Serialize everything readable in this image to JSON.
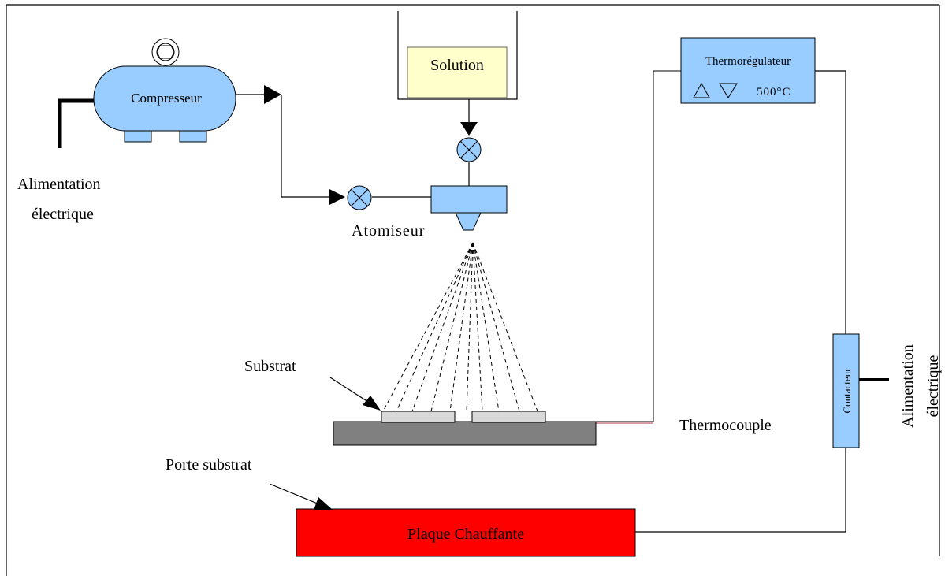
{
  "labels": {
    "compressor": "Compresseur",
    "power_left_line1": "Alimentation",
    "power_left_line2": "électrique",
    "solution": "Solution",
    "atomizer": "Atomiseur",
    "thermoregulator": "Thermorégulateur",
    "temperature": "500°C",
    "contactor": "Contacteur",
    "power_right_line1": "Alimentation",
    "power_right_line2": "électrique",
    "substrate": "Substrat",
    "substrate_holder": "Porte substrat",
    "thermocouple": "Thermocouple",
    "hot_plate": "Plaque Chauffante"
  },
  "colors": {
    "equipment_blue": "#99ccff",
    "solution_fill": "#ffffcc",
    "hot_plate": "#ff0000",
    "substrate_holder": "#808080",
    "substrate": "#d9d9d9",
    "thermocouple_wire": "#c06070"
  },
  "icons": {
    "thermoregulator_up": "up-triangle-icon",
    "thermoregulator_down": "down-triangle-icon",
    "valve": "valve-icon",
    "gauge": "pressure-gauge-icon"
  }
}
